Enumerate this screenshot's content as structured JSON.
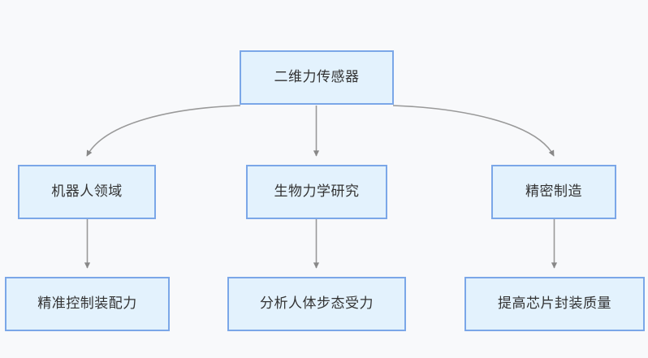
{
  "diagram": {
    "type": "flowchart",
    "direction": "top-down",
    "colors": {
      "background": "#f8f9fb",
      "node_fill": "#e3f2fd",
      "node_border": "#7ba7e8",
      "edge_line": "#999999",
      "arrow_head": "#888888",
      "text": "#333333"
    },
    "nodes": [
      {
        "id": "root",
        "label": "二维力传感器",
        "level": 0,
        "column": "center"
      },
      {
        "id": "robotics",
        "label": "机器人领域",
        "level": 1,
        "column": "left"
      },
      {
        "id": "biomech",
        "label": "生物力学研究",
        "level": 1,
        "column": "center"
      },
      {
        "id": "precision",
        "label": "精密制造",
        "level": 1,
        "column": "right"
      },
      {
        "id": "assembly",
        "label": "精准控制装配力",
        "level": 2,
        "column": "left"
      },
      {
        "id": "gait",
        "label": "分析人体步态受力",
        "level": 2,
        "column": "center"
      },
      {
        "id": "chip",
        "label": "提高芯片封装质量",
        "level": 2,
        "column": "right"
      }
    ],
    "edges": [
      {
        "id": "edge-root-robotics",
        "from": "root",
        "to": "robotics",
        "style": "curved"
      },
      {
        "id": "edge-root-biomech",
        "from": "root",
        "to": "biomech",
        "style": "straight"
      },
      {
        "id": "edge-root-precision",
        "from": "root",
        "to": "precision",
        "style": "curved"
      },
      {
        "id": "edge-robotics-assembly",
        "from": "robotics",
        "to": "assembly",
        "style": "straight"
      },
      {
        "id": "edge-biomech-gait",
        "from": "biomech",
        "to": "gait",
        "style": "straight"
      },
      {
        "id": "edge-precision-chip",
        "from": "precision",
        "to": "chip",
        "style": "straight"
      }
    ]
  }
}
